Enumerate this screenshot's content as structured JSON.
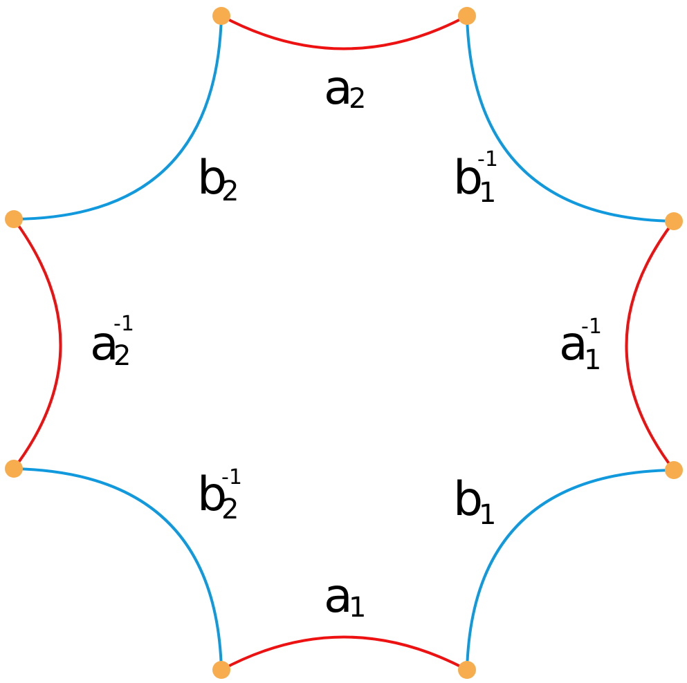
{
  "colors": {
    "background": "#ffffff",
    "a_edge": "#ee1111",
    "b_edge": "#1199dd",
    "vertex": "#f7ad4d",
    "label": "#000000"
  },
  "diagram": {
    "edges": [
      {
        "id": "a2",
        "kind": "a",
        "label": {
          "base": "a",
          "sub": "2",
          "sup": ""
        }
      },
      {
        "id": "b1-inverse",
        "kind": "b",
        "label": {
          "base": "b",
          "sub": "1",
          "sup": "-1"
        }
      },
      {
        "id": "a1-inverse",
        "kind": "a",
        "label": {
          "base": "a",
          "sub": "1",
          "sup": "-1"
        }
      },
      {
        "id": "b1",
        "kind": "b",
        "label": {
          "base": "b",
          "sub": "1",
          "sup": ""
        }
      },
      {
        "id": "a1",
        "kind": "a",
        "label": {
          "base": "a",
          "sub": "1",
          "sup": ""
        }
      },
      {
        "id": "b2-inverse",
        "kind": "b",
        "label": {
          "base": "b",
          "sub": "2",
          "sup": "-1"
        }
      },
      {
        "id": "a2-inverse",
        "kind": "a",
        "label": {
          "base": "a",
          "sub": "2",
          "sup": "-1"
        }
      },
      {
        "id": "b2",
        "kind": "b",
        "label": {
          "base": "b",
          "sub": "2",
          "sup": ""
        }
      }
    ]
  }
}
